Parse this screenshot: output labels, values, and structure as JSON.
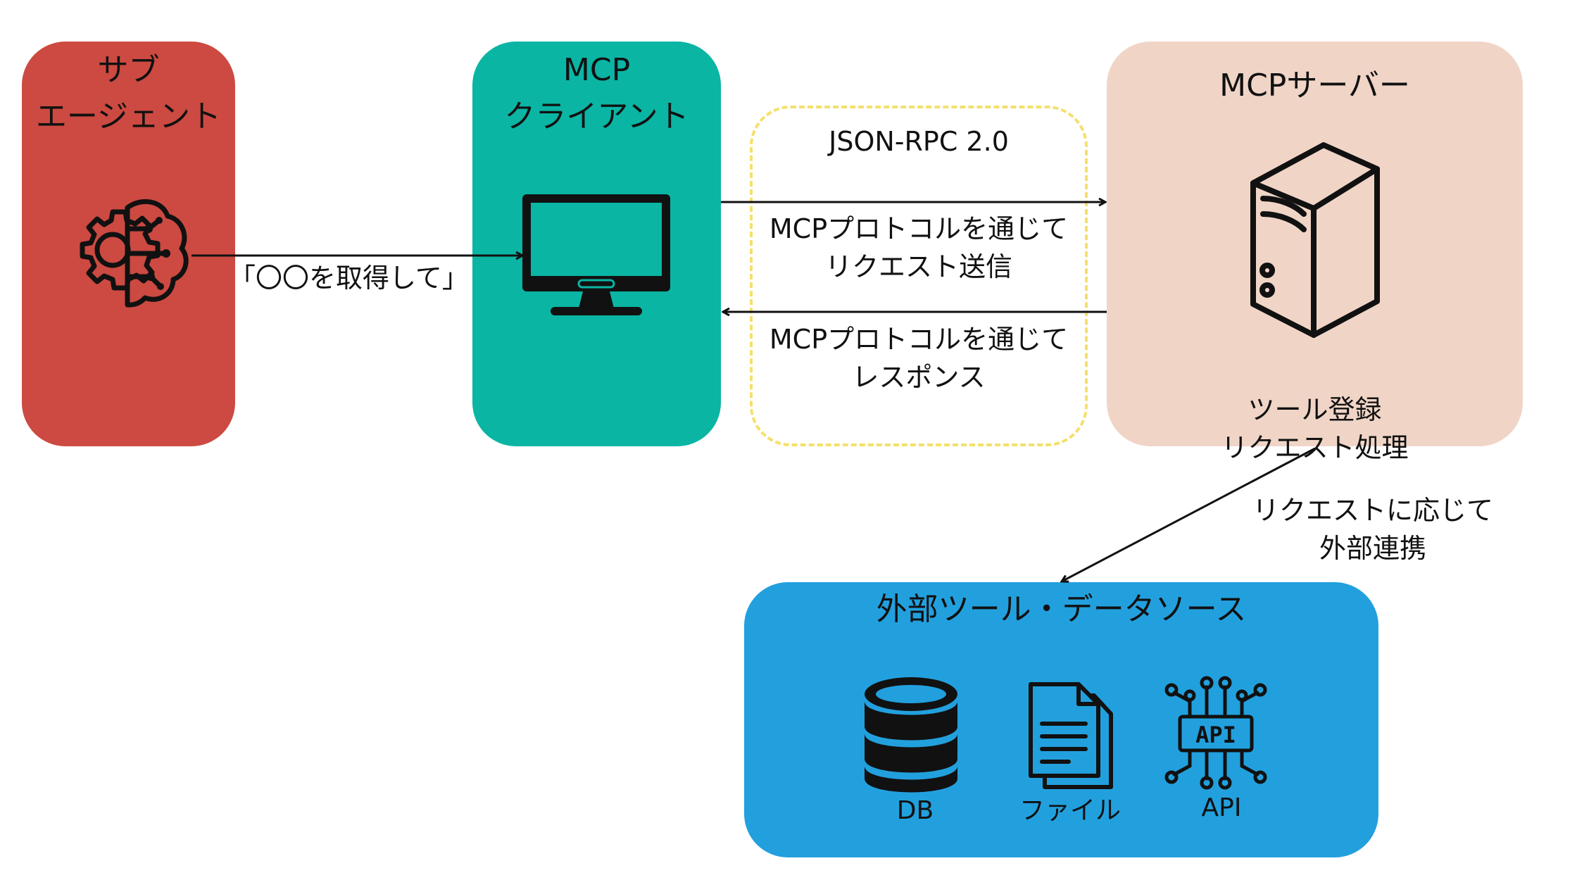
{
  "nodes": {
    "subagent": {
      "title": "サブ\nエージェント",
      "color": "#cc4a41",
      "icon": "brain-gear-icon"
    },
    "client": {
      "title": "MCP\nクライアント",
      "color": "#0ab5a4",
      "icon": "monitor-icon"
    },
    "server": {
      "title": "MCPサーバー",
      "color": "#f0d5c7",
      "icon": "server-tower-icon",
      "caption": "ツール登録\nリクエスト処理"
    },
    "external": {
      "title": "外部ツール・データソース",
      "color": "#22a0de",
      "items": [
        {
          "label": "DB",
          "icon": "database-icon"
        },
        {
          "label": "ファイル",
          "icon": "file-icon"
        },
        {
          "label": "API",
          "icon": "api-chip-icon"
        }
      ]
    }
  },
  "protocol": {
    "label": "JSON-RPC 2.0",
    "border_color": "#f4e06c"
  },
  "edges": {
    "subagent_to_client": "「〇〇を取得して」",
    "client_to_server": "MCPプロトコルを通じて\nリクエスト送信",
    "server_to_client": "MCPプロトコルを通じて\nレスポンス",
    "server_to_external": "リクエストに応じて\n外部連携"
  }
}
